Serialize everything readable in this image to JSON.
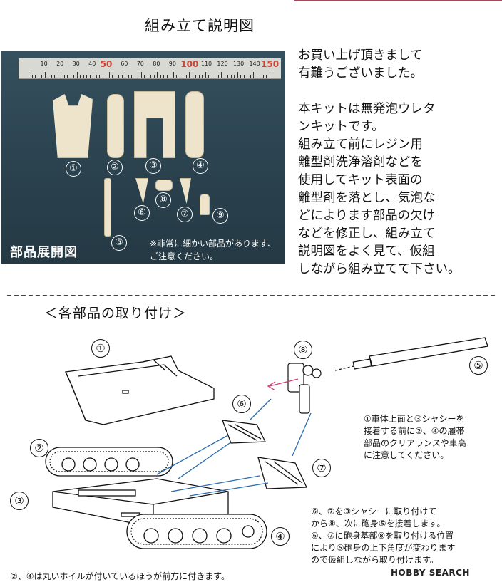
{
  "header": {
    "title": "組み立て説明図"
  },
  "photo": {
    "ruler_labels": [
      "10",
      "20",
      "30",
      "40",
      "50",
      "60",
      "70",
      "80",
      "90",
      "100",
      "110",
      "120",
      "130",
      "140",
      "150"
    ],
    "part_numbers": [
      "①",
      "②",
      "③",
      "④",
      "⑤",
      "⑥",
      "⑦",
      "⑧",
      "⑨"
    ],
    "label": "部品展開図",
    "note": "※非常に細かい部品があります、ご注意ください。"
  },
  "intro": {
    "text": "お買い上げ頂きまして\n有難うございました。\n\n本キットは無発泡ウレタ\nンキットです。\n組み立て前にレジン用\n離型剤洗浄溶剤などを\n使用してキット表面の\n離型剤を落とし、気泡な\nどによります部品の欠け\nなどを修正し、組み立て\n説明図をよく見て、仮組\nしながら組み立てて下さい。"
  },
  "assembly": {
    "title": "＜各部品の取り付け＞",
    "labels": [
      "①",
      "②",
      "③",
      "④",
      "⑤",
      "⑥",
      "⑦",
      "⑧"
    ],
    "note1": "①車体上面と③シャシーを\n接着する前に②、④の履帯\n部品のクリアランスや車高\nに注意してください。",
    "note2": "⑥、⑦を③シャシーに取り付けて\nから⑧、次に砲身⑤を接着します。\n⑥、⑦に砲身基部⑧を取り付ける位置\nにより⑤砲身の上下角度が変わります\nので仮組しながら取り付けます。",
    "bottom_note": "②、④は丸いホイルが付いているほうが前方に付きます。"
  },
  "watermark": {
    "text": "HOBBY SEARCH"
  }
}
